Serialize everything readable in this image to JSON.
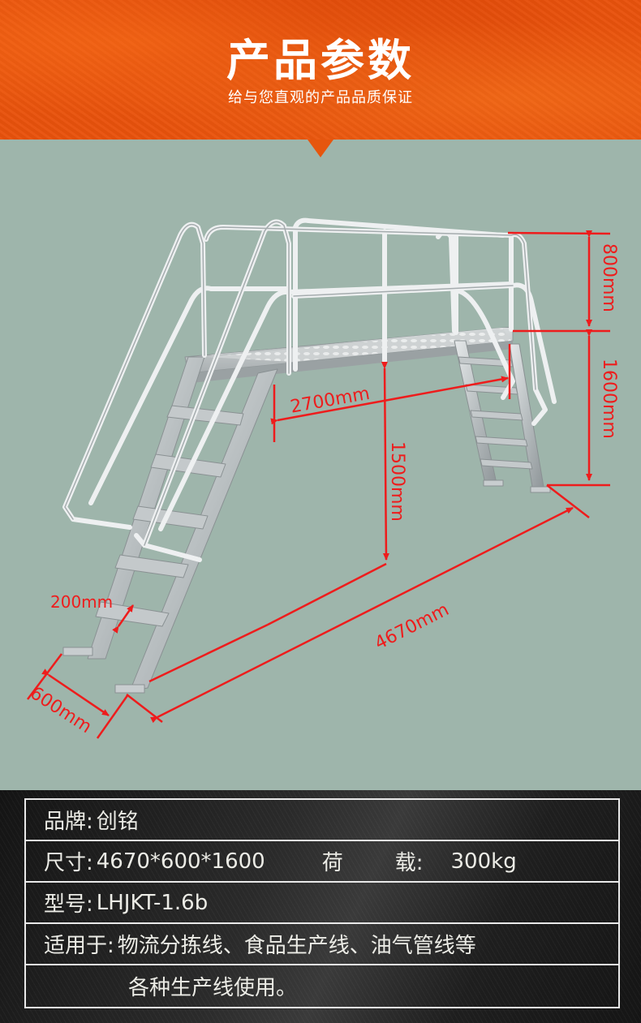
{
  "header": {
    "title": "产品参数",
    "subtitle": "给与您直观的产品品质保证"
  },
  "colors": {
    "banner_orange": "#e8520c",
    "stage_background": "#9eb5ab",
    "dimension_red": "#ee1c1c",
    "specs_background": "#1e1e1e",
    "specs_text": "#ecece6"
  },
  "diagram": {
    "subject": "aluminum crossover platform ladder",
    "dimensions": {
      "guardrail_height": "800mm",
      "platform_height": "1600mm",
      "platform_length": "2700mm",
      "clearance_height": "1500mm",
      "total_length": "4670mm",
      "step_spacing": "200mm",
      "width": "600mm"
    }
  },
  "specs": {
    "brand": {
      "label": "品牌:",
      "value": "创铭"
    },
    "size": {
      "label": "尺寸:",
      "value": "4670*600*1600"
    },
    "load": {
      "label_a": "荷",
      "label_b": "载:",
      "value": "300kg"
    },
    "model": {
      "label": "型号:",
      "value": "LHJKT-1.6b"
    },
    "usage": {
      "label": "适用于:",
      "value_line1": "物流分拣线、食品生产线、油气管线等",
      "value_line2": "各种生产线使用。"
    }
  }
}
